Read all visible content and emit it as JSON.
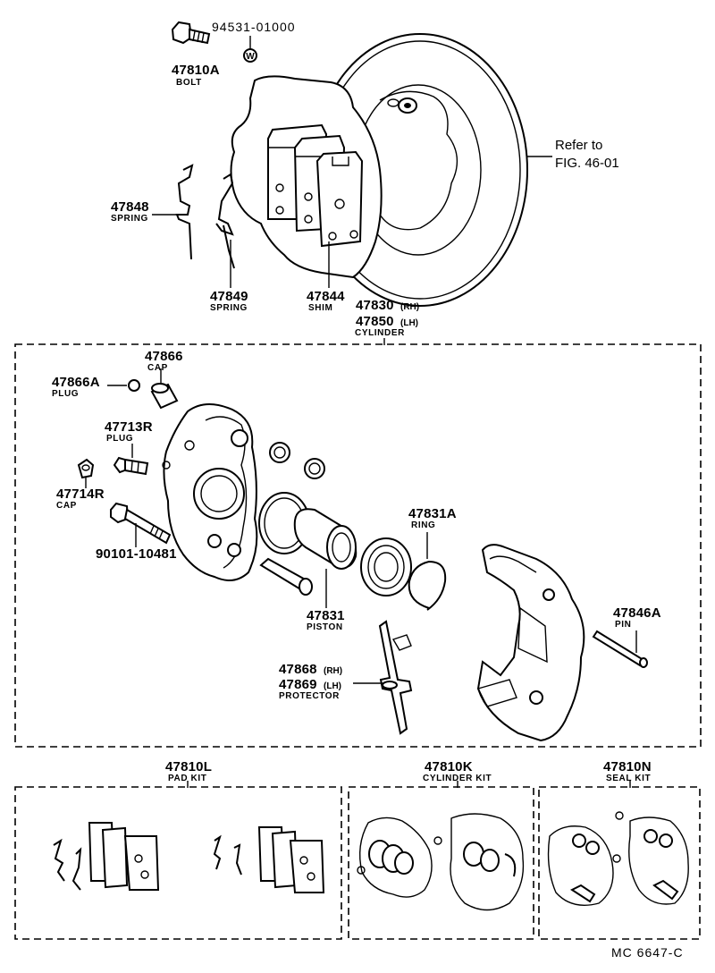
{
  "parts": {
    "p94531": {
      "number": "94531-01000",
      "symbol": "W"
    },
    "p47810A": {
      "number": "47810A",
      "name": "BOLT"
    },
    "p47848": {
      "number": "47848",
      "name": "SPRING"
    },
    "p47849": {
      "number": "47849",
      "name": "SPRING"
    },
    "p47844": {
      "number": "47844",
      "name": "SHIM"
    },
    "p47830": {
      "number": "47830",
      "suffix": "(RH)"
    },
    "p47850": {
      "number": "47850",
      "suffix": "(LH)",
      "name": "CYLINDER"
    },
    "p47866": {
      "number": "47866",
      "name": "CAP"
    },
    "p47866A": {
      "number": "47866A",
      "name": "PLUG"
    },
    "p47713R": {
      "number": "47713R",
      "name": "PLUG"
    },
    "p47714R": {
      "number": "47714R",
      "name": "CAP"
    },
    "p90101": {
      "number": "90101-10481"
    },
    "p47831A": {
      "number": "47831A",
      "name": "RING"
    },
    "p47831": {
      "number": "47831",
      "name": "PISTON"
    },
    "p47846A": {
      "number": "47846A",
      "name": "PIN"
    },
    "p47868": {
      "number": "47868",
      "suffix": "(RH)"
    },
    "p47869": {
      "number": "47869",
      "suffix": "(LH)",
      "name": "PROTECTOR"
    },
    "p47810L": {
      "number": "47810L",
      "name": "PAD KIT"
    },
    "p47810K": {
      "number": "47810K",
      "name": "CYLINDER KIT"
    },
    "p47810N": {
      "number": "47810N",
      "name": "SEAL KIT"
    }
  },
  "reference": {
    "line1": "Refer to",
    "line2": "FIG. 46-01"
  },
  "figure_code": "MC  6647-C"
}
